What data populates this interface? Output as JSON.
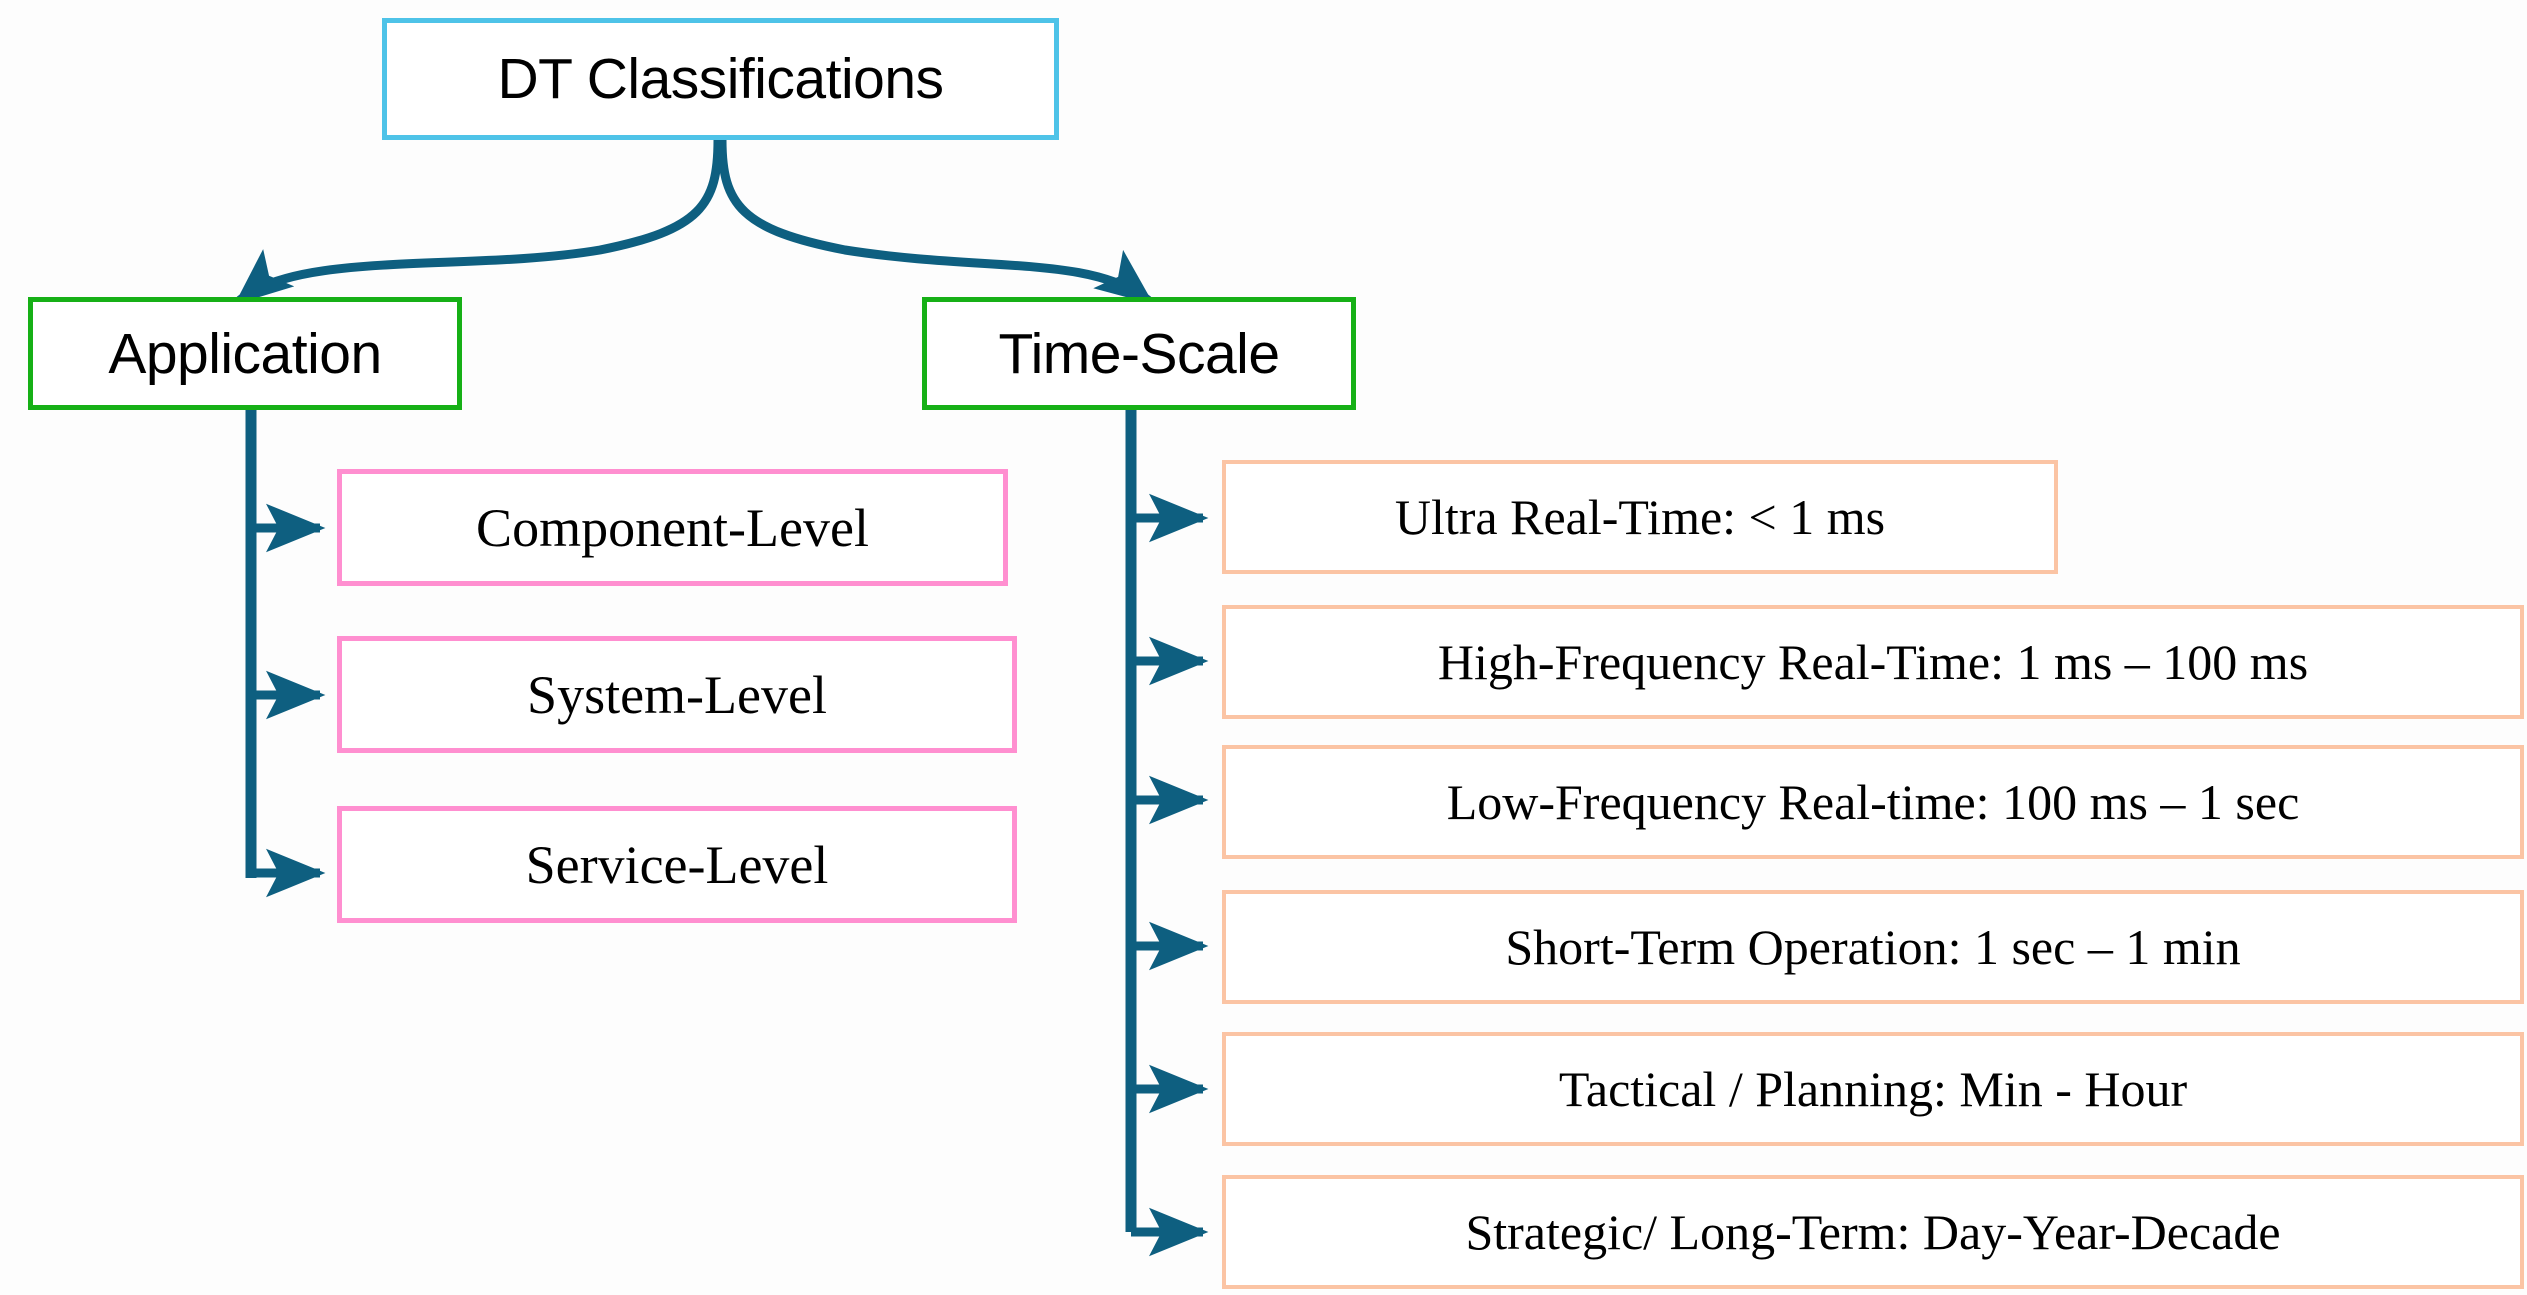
{
  "diagram": {
    "title_node": {
      "label": "DT Classifications",
      "border_color": "#4ec3e8"
    },
    "branches": [
      {
        "label": "Application",
        "border_color": "#16b016"
      },
      {
        "label": "Time-Scale",
        "border_color": "#16b016"
      }
    ],
    "application_children": [
      {
        "label": "Component-Level",
        "border_color": "#ff8fd0"
      },
      {
        "label": "System-Level",
        "border_color": "#ff8fd0"
      },
      {
        "label": "Service-Level",
        "border_color": "#ff8fd0"
      }
    ],
    "timescale_children": [
      {
        "label": "Ultra Real-Time: < 1 ms",
        "border_color": "#fbc4a4"
      },
      {
        "label": "High-Frequency Real-Time: 1 ms – 100 ms",
        "border_color": "#fbc4a4"
      },
      {
        "label": "Low-Frequency Real-time: 100 ms – 1 sec",
        "border_color": "#fbc4a4"
      },
      {
        "label": "Short-Term Operation: 1 sec – 1 min",
        "border_color": "#fbc4a4"
      },
      {
        "label": "Tactical / Planning: Min - Hour",
        "border_color": "#fbc4a4"
      },
      {
        "label": "Strategic/ Long-Term: Day-Year-Decade",
        "border_color": "#fbc4a4"
      }
    ],
    "connector_color": "#0e5f80",
    "background_color": "#fdfdfd"
  }
}
